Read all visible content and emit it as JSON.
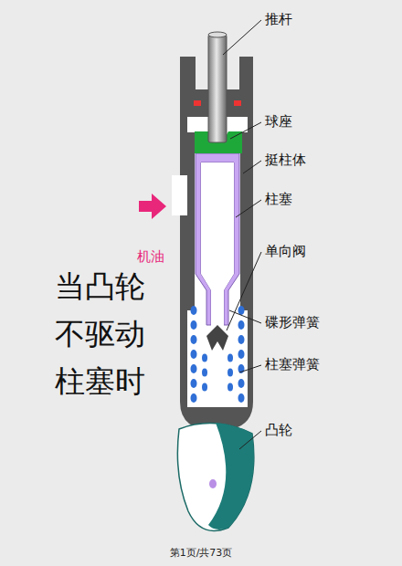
{
  "diagram": {
    "title": "当凸轮 不驱动 柱塞时",
    "caption": "第1页/共73页",
    "labels": [
      "推杆",
      "球座",
      "挺柱体",
      "柱塞",
      "机油",
      "单向阀",
      "碟形弹簧",
      "柱塞弹簧",
      "凸轮"
    ]
  }
}
